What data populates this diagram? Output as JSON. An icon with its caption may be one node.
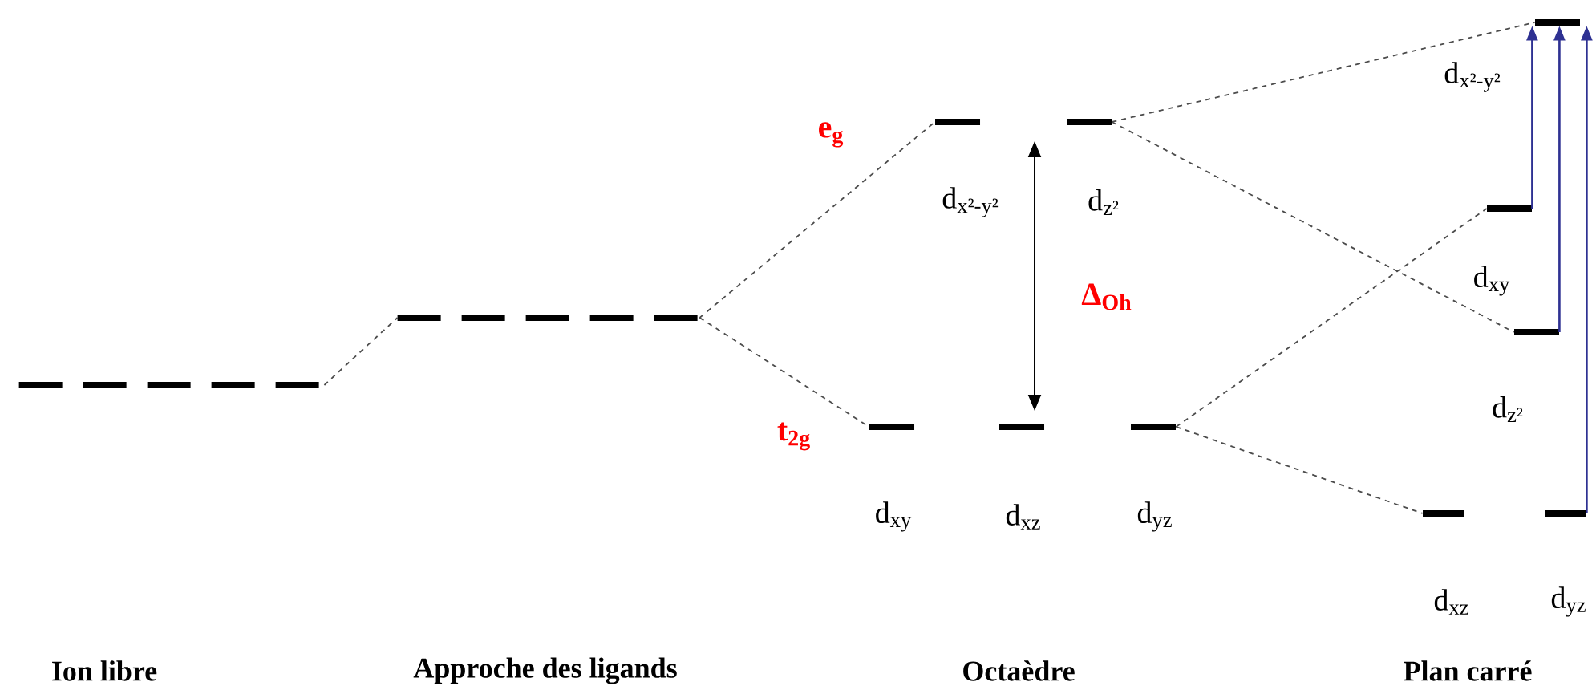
{
  "diagram": {
    "nodes": [
      {
        "text": [],
        "shape": "bar"
      },
      {
        "text": [],
        "shape": "bar"
      },
      {
        "text": [
          "d$_{x²-y²}$"
        ]
      },
      {
        "text": [
          "d$_{z²}$"
        ]
      },
      {
        "text": [
          "d$_{xy}$"
        ]
      },
      {
        "text": [
          "d$_{xz}$"
        ]
      },
      {
        "text": [
          "d$_{yz}$"
        ]
      },
      {
        "text": [
          "d$_{x²-y²}$"
        ]
      },
      {
        "text": [
          "d$_{xy}$"
        ]
      },
      {
        "text": [
          "d$_{z²}$"
        ]
      },
      {
        "text": [
          "d$_{xz}$"
        ]
      },
      {
        "text": [
          "d$_{yz}$"
        ]
      }
    ],
    "edges": [
      {
        "from": 0,
        "to": 1,
        "arrow": "none",
        "style": "dashed"
      },
      {
        "from": 1,
        "to": 2,
        "arrow": "none",
        "style": "dashed"
      },
      {
        "from": 1,
        "to": 4,
        "arrow": "none",
        "style": "dashed"
      },
      {
        "from": 3,
        "to": 7,
        "arrow": "none",
        "style": "dashed"
      },
      {
        "from": 3,
        "to": 9,
        "arrow": "none",
        "style": "dashed"
      },
      {
        "from": 6,
        "to": 8,
        "arrow": "none",
        "style": "dashed"
      },
      {
        "from": 6,
        "to": 10,
        "arrow": "none",
        "style": "dashed"
      },
      {
        "from": 8,
        "to": 7,
        "arrow": "to",
        "color": "#2e3192"
      },
      {
        "from": 9,
        "to": 7,
        "arrow": "to",
        "color": "#2e3192"
      },
      {
        "from": 11,
        "to": 7,
        "arrow": "to",
        "color": "#2e3192"
      }
    ],
    "labels": [
      "e$_{g}$",
      "t$_{2g}$",
      "Δ$_{Oh}$",
      "Ion libre",
      "Approche des ligands",
      "Octaèdre",
      "Plan carré"
    ]
  }
}
